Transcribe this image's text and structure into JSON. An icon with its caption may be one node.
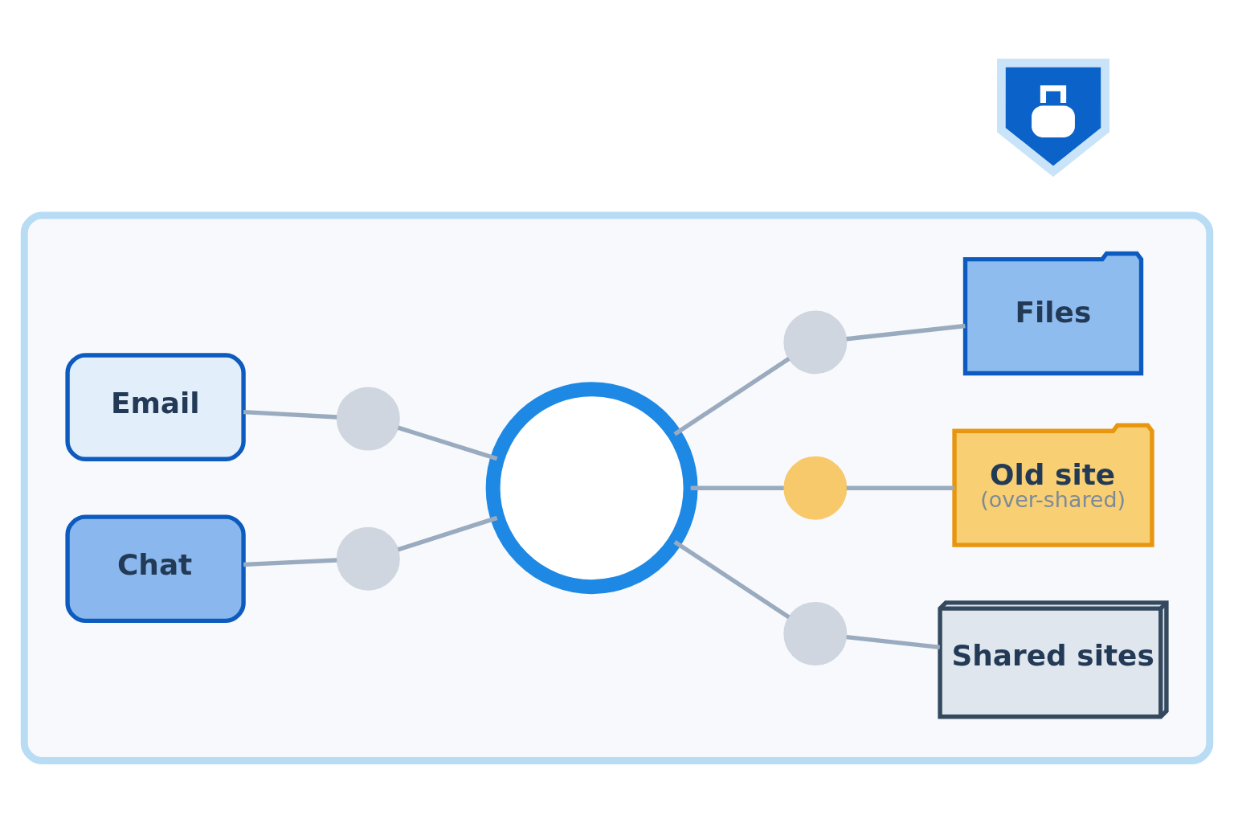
{
  "diagram": {
    "nodes": [
      {
        "text": [],
        "shape": "box"
      },
      {
        "text": [],
        "shape": "shield"
      },
      {
        "text": [
          "Email"
        ],
        "in": 0
      },
      {
        "text": [],
        "shape": "circle",
        "in": 0
      },
      {
        "text": [],
        "shape": "circle",
        "in": 0
      },
      {
        "text": [
          "Files"
        ],
        "in": 0
      },
      {
        "text": [],
        "shape": "circle",
        "in": 0
      },
      {
        "text": [],
        "shape": "circle",
        "in": 0
      },
      {
        "text": [
          "Old site",
          "(over-shared)"
        ],
        "in": 0
      },
      {
        "text": [
          "Chat"
        ],
        "in": 0
      },
      {
        "text": [],
        "shape": "circle",
        "in": 0
      },
      {
        "text": [],
        "shape": "circle",
        "in": 0
      },
      {
        "text": [
          "Shared sites"
        ],
        "in": 0
      }
    ],
    "edges": [
      {
        "from": 2,
        "to": 3,
        "arrow": "none"
      },
      {
        "from": 3,
        "to": 6,
        "arrow": "none"
      },
      {
        "from": 6,
        "to": 4,
        "arrow": "none"
      },
      {
        "from": 4,
        "to": 5,
        "arrow": "none"
      },
      {
        "from": 6,
        "to": 7,
        "arrow": "none"
      },
      {
        "from": 7,
        "to": 8,
        "arrow": "none"
      },
      {
        "from": 9,
        "to": 10,
        "arrow": "none"
      },
      {
        "from": 10,
        "to": 6,
        "arrow": "none"
      },
      {
        "from": 6,
        "to": 11,
        "arrow": "none"
      },
      {
        "from": 11,
        "to": 12,
        "arrow": "none"
      }
    ]
  }
}
